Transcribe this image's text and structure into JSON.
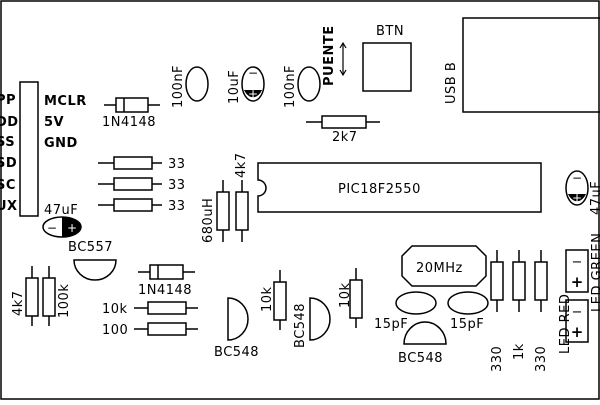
{
  "header_pins": [
    "PP",
    "DD",
    "SS",
    "SD",
    "SC",
    "UX"
  ],
  "header_signals": [
    "MCLR",
    "5V",
    "GND"
  ],
  "labels": {
    "diode_top": "1N4148",
    "diode_bottom": "1N4148",
    "cap_100nF_a": "100nF",
    "cap_10uF": "10uF",
    "cap_100nF_b": "100nF",
    "puente": "PUENTE",
    "btn": "BTN",
    "usb": "USB B",
    "r_2k7": "2k7",
    "r_33_1": "33",
    "r_33_2": "33",
    "r_33_3": "33",
    "r_4k7_top": "4k7",
    "r_680uH": "680uH",
    "chip": "PIC18F2550",
    "cap_47uF_left": "47uF",
    "cap_47uF_right": "47uF",
    "bc557": "BC557",
    "r_4k7_left": "4k7",
    "r_100k_left": "100k",
    "r_10k_row": "10k",
    "r_100_row": "100",
    "bc548_a": "BC548",
    "r_10k_a": "10k",
    "bc548_b": "BC548",
    "r_10k_b": "10k",
    "crystal": "20MHz",
    "cap_15pF_a": "15pF",
    "cap_15pF_b": "15pF",
    "bc548_c": "BC548",
    "r_330_a": "330",
    "r_1k": "1k",
    "r_330_b": "330",
    "led_red": "LED RED",
    "led_green": "LED GREEN",
    "plus": "+",
    "minus": "−"
  },
  "colors": {
    "ink": "#000000",
    "board": "#ffffff"
  }
}
